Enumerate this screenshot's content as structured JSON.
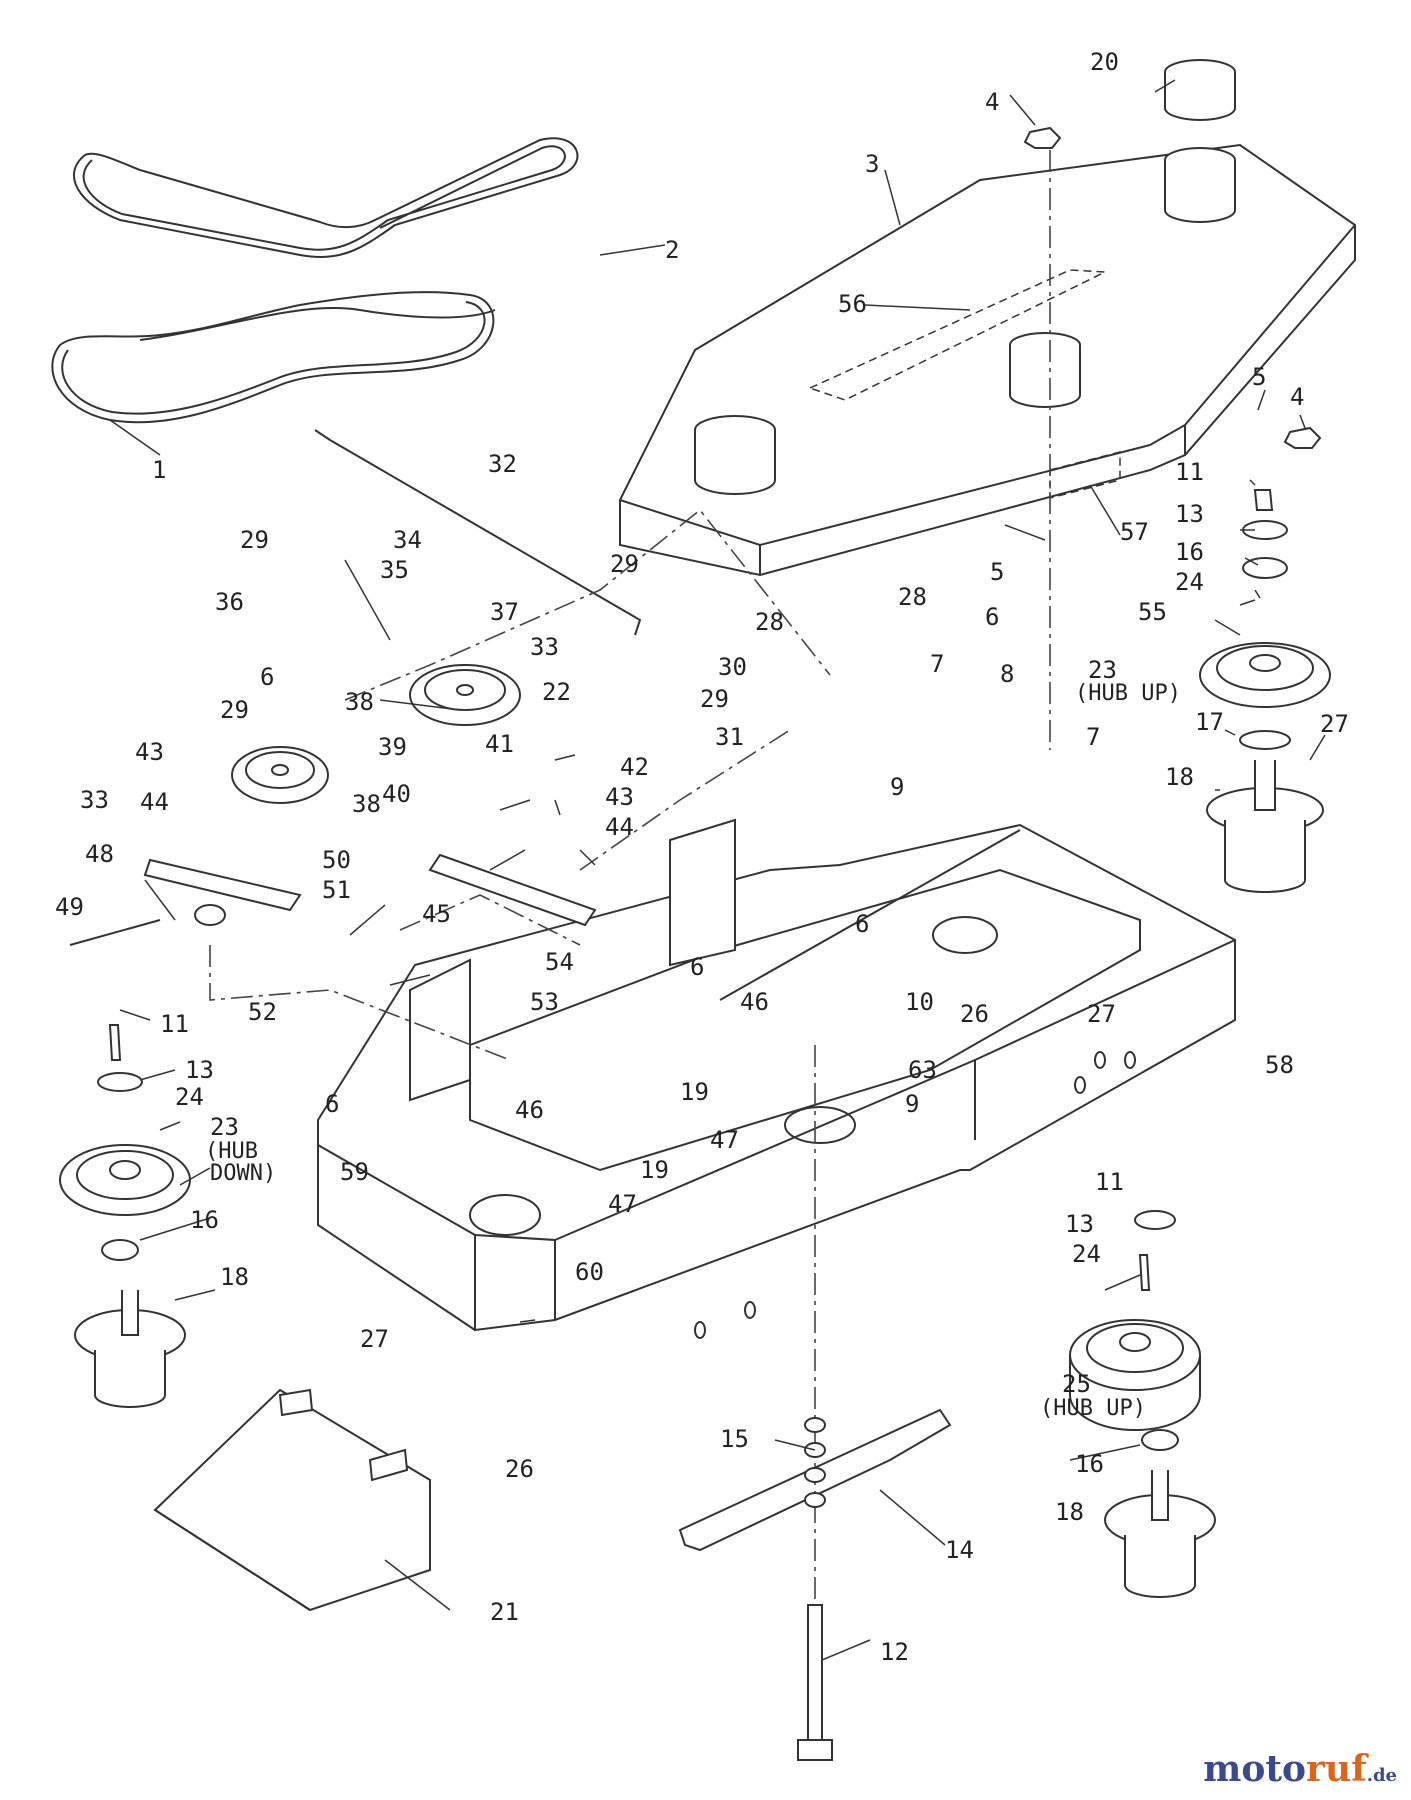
{
  "callouts": [
    {
      "id": "c1",
      "text": "1"
    },
    {
      "id": "c2",
      "text": "2"
    },
    {
      "id": "c3",
      "text": "3"
    },
    {
      "id": "c4a",
      "text": "4"
    },
    {
      "id": "c4b",
      "text": "4"
    },
    {
      "id": "c5a",
      "text": "5"
    },
    {
      "id": "c5b",
      "text": "5"
    },
    {
      "id": "c6a",
      "text": "6"
    },
    {
      "id": "c6b",
      "text": "6"
    },
    {
      "id": "c6c",
      "text": "6"
    },
    {
      "id": "c6d",
      "text": "6"
    },
    {
      "id": "c6e",
      "text": "6"
    },
    {
      "id": "c7a",
      "text": "7"
    },
    {
      "id": "c7b",
      "text": "7"
    },
    {
      "id": "c8",
      "text": "8"
    },
    {
      "id": "c9a",
      "text": "9"
    },
    {
      "id": "c9b",
      "text": "9"
    },
    {
      "id": "c10",
      "text": "10"
    },
    {
      "id": "c11a",
      "text": "11"
    },
    {
      "id": "c11b",
      "text": "11"
    },
    {
      "id": "c11c",
      "text": "11"
    },
    {
      "id": "c12",
      "text": "12"
    },
    {
      "id": "c13a",
      "text": "13"
    },
    {
      "id": "c13b",
      "text": "13"
    },
    {
      "id": "c13c",
      "text": "13"
    },
    {
      "id": "c14",
      "text": "14"
    },
    {
      "id": "c15",
      "text": "15"
    },
    {
      "id": "c16a",
      "text": "16"
    },
    {
      "id": "c16b",
      "text": "16"
    },
    {
      "id": "c16c",
      "text": "16"
    },
    {
      "id": "c17",
      "text": "17"
    },
    {
      "id": "c18a",
      "text": "18"
    },
    {
      "id": "c18b",
      "text": "18"
    },
    {
      "id": "c18c",
      "text": "18"
    },
    {
      "id": "c19a",
      "text": "19"
    },
    {
      "id": "c19b",
      "text": "19"
    },
    {
      "id": "c20",
      "text": "20"
    },
    {
      "id": "c21",
      "text": "21"
    },
    {
      "id": "c22",
      "text": "22"
    },
    {
      "id": "c23a",
      "text": "23"
    },
    {
      "id": "c23b",
      "text": "23"
    },
    {
      "id": "c24a",
      "text": "24"
    },
    {
      "id": "c24b",
      "text": "24"
    },
    {
      "id": "c24c",
      "text": "24"
    },
    {
      "id": "c25",
      "text": "25"
    },
    {
      "id": "c26a",
      "text": "26"
    },
    {
      "id": "c26b",
      "text": "26"
    },
    {
      "id": "c27a",
      "text": "27"
    },
    {
      "id": "c27b",
      "text": "27"
    },
    {
      "id": "c27c",
      "text": "27"
    },
    {
      "id": "c28a",
      "text": "28"
    },
    {
      "id": "c28b",
      "text": "28"
    },
    {
      "id": "c29a",
      "text": "29"
    },
    {
      "id": "c29b",
      "text": "29"
    },
    {
      "id": "c29c",
      "text": "29"
    },
    {
      "id": "c29d",
      "text": "29"
    },
    {
      "id": "c30",
      "text": "30"
    },
    {
      "id": "c31",
      "text": "31"
    },
    {
      "id": "c32",
      "text": "32"
    },
    {
      "id": "c33a",
      "text": "33"
    },
    {
      "id": "c33b",
      "text": "33"
    },
    {
      "id": "c34",
      "text": "34"
    },
    {
      "id": "c35",
      "text": "35"
    },
    {
      "id": "c36",
      "text": "36"
    },
    {
      "id": "c37",
      "text": "37"
    },
    {
      "id": "c38a",
      "text": "38"
    },
    {
      "id": "c38b",
      "text": "38"
    },
    {
      "id": "c39",
      "text": "39"
    },
    {
      "id": "c40",
      "text": "40"
    },
    {
      "id": "c41",
      "text": "41"
    },
    {
      "id": "c42",
      "text": "42"
    },
    {
      "id": "c43a",
      "text": "43"
    },
    {
      "id": "c43b",
      "text": "43"
    },
    {
      "id": "c44a",
      "text": "44"
    },
    {
      "id": "c44b",
      "text": "44"
    },
    {
      "id": "c45",
      "text": "45"
    },
    {
      "id": "c46a",
      "text": "46"
    },
    {
      "id": "c46b",
      "text": "46"
    },
    {
      "id": "c47a",
      "text": "47"
    },
    {
      "id": "c47b",
      "text": "47"
    },
    {
      "id": "c48",
      "text": "48"
    },
    {
      "id": "c49",
      "text": "49"
    },
    {
      "id": "c50",
      "text": "50"
    },
    {
      "id": "c51",
      "text": "51"
    },
    {
      "id": "c52",
      "text": "52"
    },
    {
      "id": "c53",
      "text": "53"
    },
    {
      "id": "c54",
      "text": "54"
    },
    {
      "id": "c55",
      "text": "55"
    },
    {
      "id": "c56",
      "text": "56"
    },
    {
      "id": "c57",
      "text": "57"
    },
    {
      "id": "c58",
      "text": "58"
    },
    {
      "id": "c59",
      "text": "59"
    },
    {
      "id": "c60",
      "text": "60"
    },
    {
      "id": "c63",
      "text": "63"
    }
  ],
  "notes": {
    "hub_up_right": "(HUB UP)",
    "hub_down_l1": "(HUB",
    "hub_down_l2": "DOWN)",
    "hub_up_lower": "(HUB UP)"
  },
  "watermark": {
    "name_a": "moto",
    "name_b": "ruf",
    "tld": ".de"
  }
}
